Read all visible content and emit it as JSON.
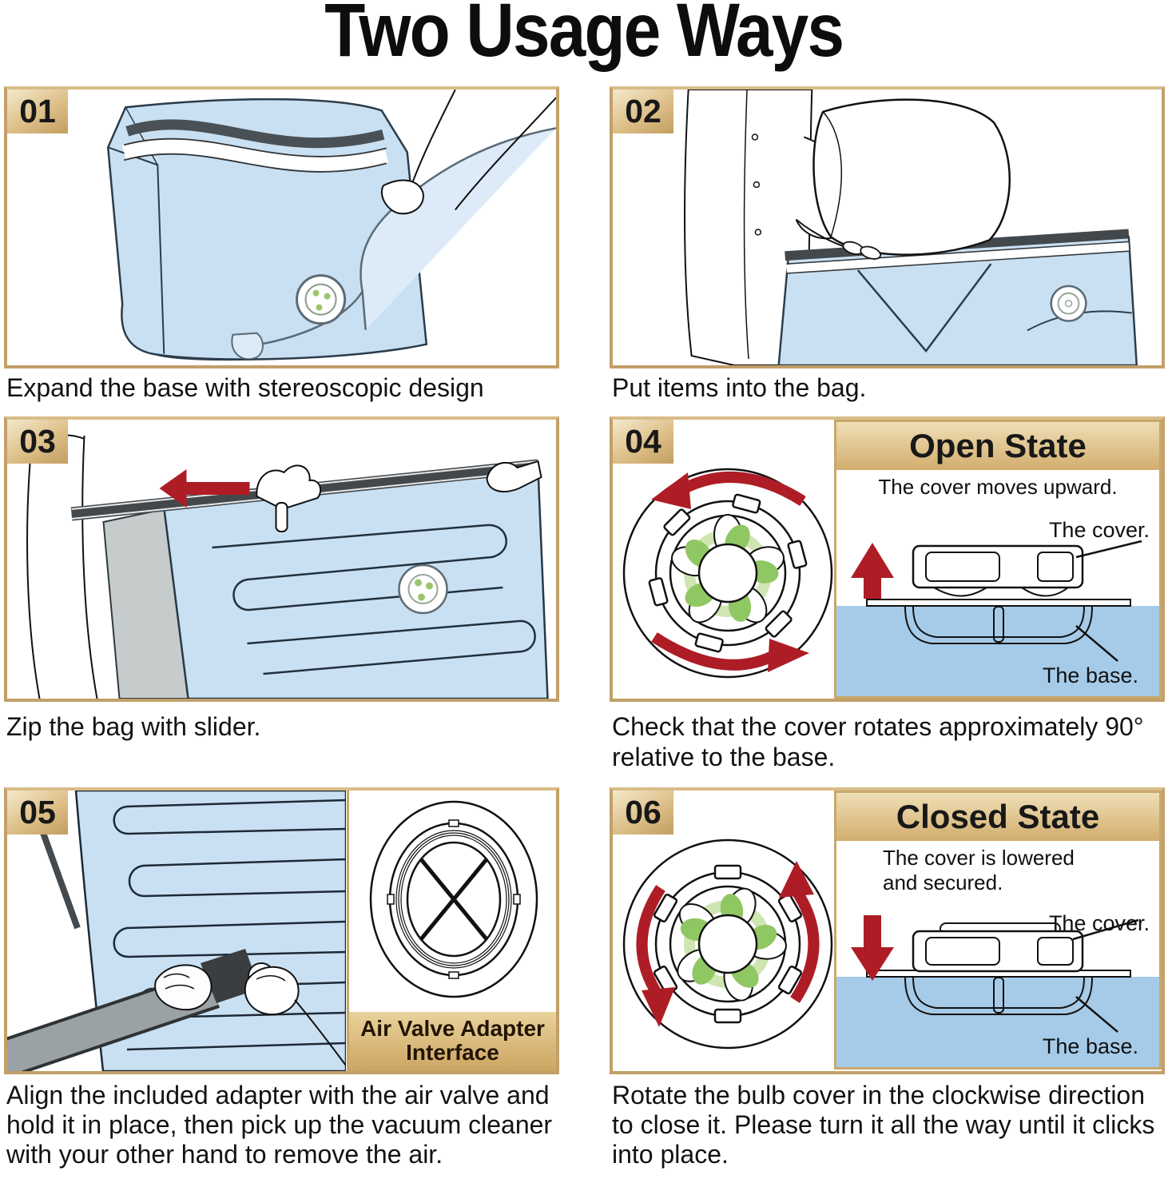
{
  "title": "Two Usage Ways",
  "steps": [
    {
      "number": "01",
      "caption": "Expand the base with stereoscopic design"
    },
    {
      "number": "02",
      "caption": "Put items into the bag."
    },
    {
      "number": "03",
      "caption": "Zip the bag with slider."
    },
    {
      "number": "04",
      "caption": "Check that the cover rotates approximately 90° relative to the base."
    },
    {
      "number": "05",
      "caption": "Align the included adapter with the air valve and hold it in place, then pick up the vacuum cleaner with your other hand to remove the air."
    },
    {
      "number": "06",
      "caption": "Rotate the bulb cover in the clockwise direction to close it. Please turn it all the way until it clicks into place."
    }
  ],
  "open_state": {
    "title": "Open State",
    "description": "The cover moves upward.",
    "cover_label": "The cover.",
    "base_label": "The base."
  },
  "closed_state": {
    "title": "Closed State",
    "description": "The cover is lowered and secured.",
    "cover_label": "The cover.",
    "base_label": "The base."
  },
  "adapter_label": "Air Valve Adapter Interface",
  "colors": {
    "gold_border": "#c2a06a",
    "gold_badge_light": "#f4e9cb",
    "gold_badge_dark": "#c39e60",
    "bag_blue": "#c9e0f2",
    "water_blue": "#a6cbe9",
    "arrow_red": "#ae1d26",
    "valve_green": "#8fc763",
    "text": "#121212"
  }
}
